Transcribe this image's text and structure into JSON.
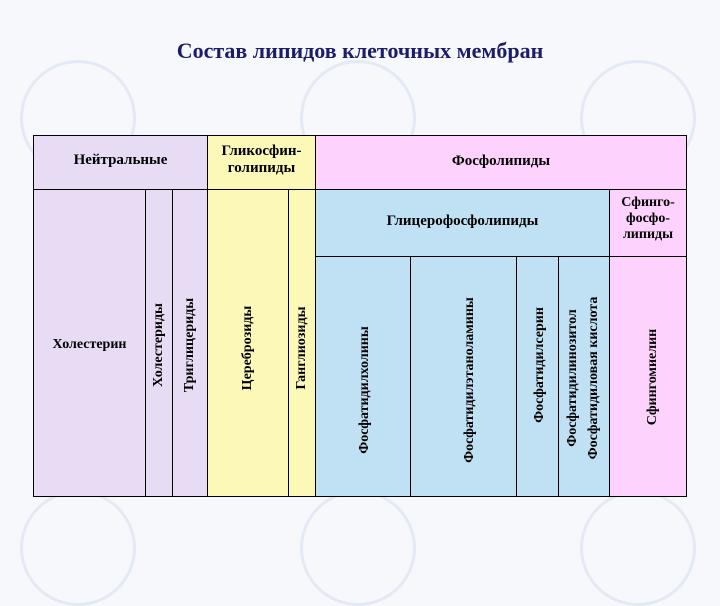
{
  "title": "Состав липидов клеточных мембран",
  "headers": {
    "neutral": "Нейтральные",
    "glycosphingo": "Гликосфин-\nголипиды",
    "phospho": "Фосфолипиды",
    "glycerophospho": "Глицерофосфолипиды",
    "sphingophospho": "Сфинго-\nфосфо-\nлипиды"
  },
  "items": {
    "cholesterol": "Холестерин",
    "cholesterides": "Холестериды",
    "triglycerides": "Триглицериды",
    "cerebrosides": "Цереброзиды",
    "gangliosides": "Ганглиозиды",
    "phosphatidylcholines": "Фосфатидилхолины",
    "phosphatidylethanolamines": "Фосфатидилэтаноламины",
    "phosphatidylserine": "Фосфатидилсерин",
    "phosphatidylinositol": "Фосфатидилинозитол",
    "phosphatidic_acid": "Фосфатидиловая кислота",
    "sphingomyelin": "Сфингомиелин"
  },
  "colors": {
    "neutral": "#e8dcf5",
    "glycosphingolipids": "#fbf8b8",
    "glycerophospholipids": "#bfe1f3",
    "phospholipids": "#fdd2fd"
  }
}
